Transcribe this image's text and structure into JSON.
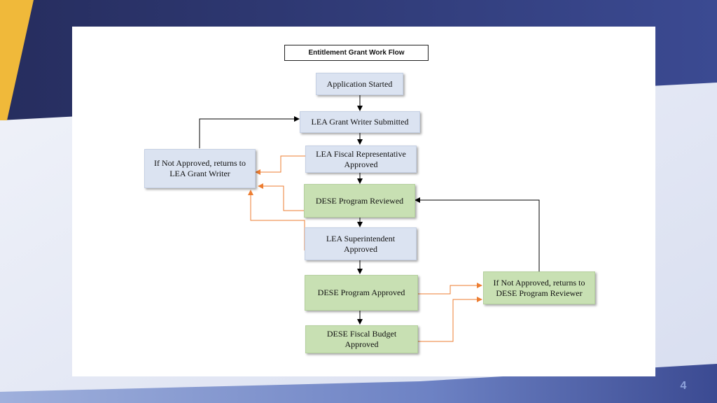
{
  "slide": {
    "title": "Entitlement Grant Work Flow",
    "page_number": "4"
  },
  "nodes": {
    "application_started": "Application Started",
    "lea_grant_writer_submitted": "LEA Grant Writer Submitted",
    "lea_fiscal_rep_approved": "LEA Fiscal Representative\nApproved",
    "dese_program_reviewed": "DESE Program Reviewed",
    "lea_superintendent_approved": "LEA Superintendent\nApproved",
    "dese_program_approved": "DESE Program Approved",
    "dese_fiscal_budget_approved": "DESE Fiscal Budget\nApproved",
    "not_approved_lea": "If Not Approved, returns to\nLEA Grant Writer",
    "not_approved_dese": "If Not Approved, returns to\nDESE Program Reviewer"
  },
  "colors": {
    "blue_node": "#dbe3f1",
    "green_node": "#c8e0b3",
    "reject_arrow": "#ed7d31",
    "flow_arrow": "#000000",
    "banner_dark": "#2b3470",
    "accent_yellow": "#f0b93a"
  }
}
